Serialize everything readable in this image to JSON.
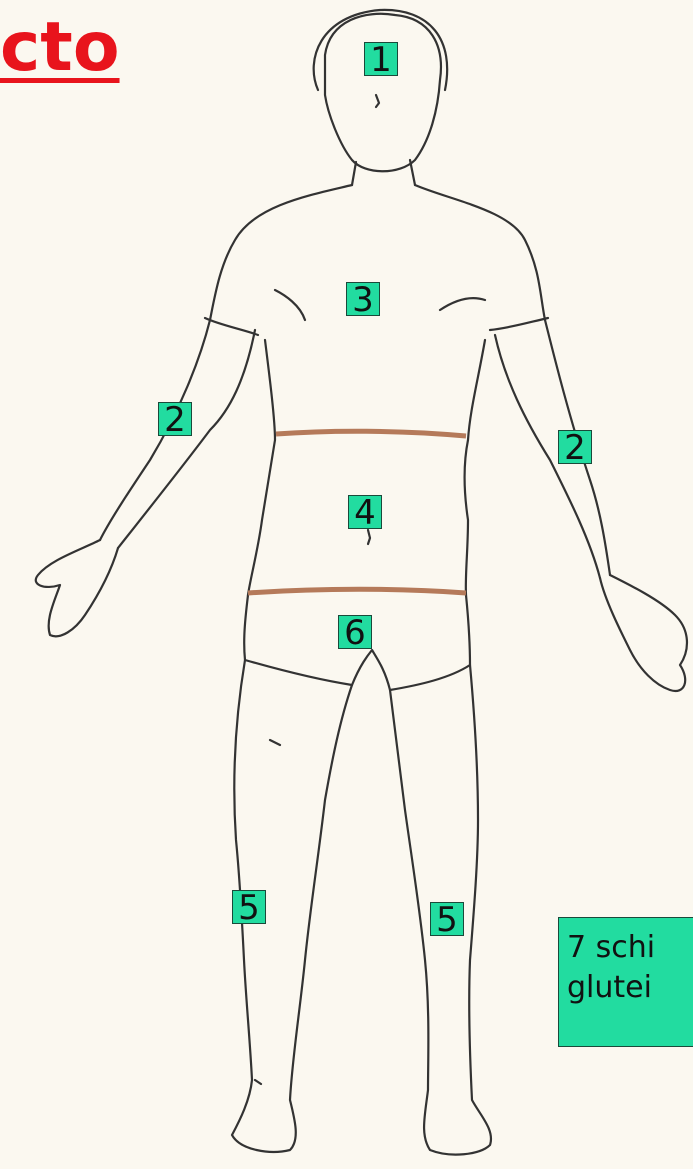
{
  "title": "cto",
  "labels": {
    "head": "1",
    "arm_right": "2",
    "arm_left": "2",
    "chest": "3",
    "abdomen": "4",
    "leg_right": "5",
    "leg_left": "5",
    "pelvis": "6"
  },
  "note": {
    "line1": "7 schi",
    "line2": "glutei"
  },
  "colors": {
    "label_bg": "#22dca0",
    "title": "#e8141c",
    "waist_band": "#b57a5a"
  }
}
